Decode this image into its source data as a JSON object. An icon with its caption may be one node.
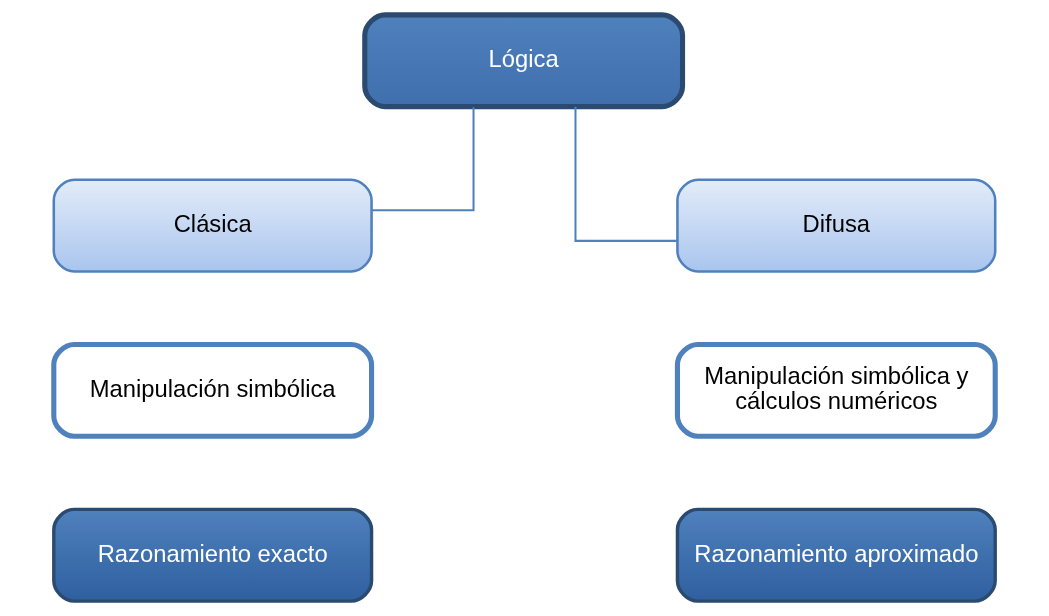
{
  "diagram": {
    "nodes": [
      {
        "text": [
          "Lógica"
        ]
      },
      {
        "text": [
          "Clásica"
        ]
      },
      {
        "text": [
          "Difusa"
        ]
      },
      {
        "text": [
          "Manipulación simbólica"
        ]
      },
      {
        "text": [
          "Manipulación simbólica y cálculos numéricos"
        ]
      },
      {
        "text": [
          "Razonamiento exacto"
        ]
      },
      {
        "text": [
          "Razonamiento aproximado"
        ]
      }
    ],
    "edges": [
      {
        "from": 0,
        "to": 1,
        "arrow": "none"
      },
      {
        "from": 0,
        "to": 2,
        "arrow": "none"
      }
    ]
  }
}
